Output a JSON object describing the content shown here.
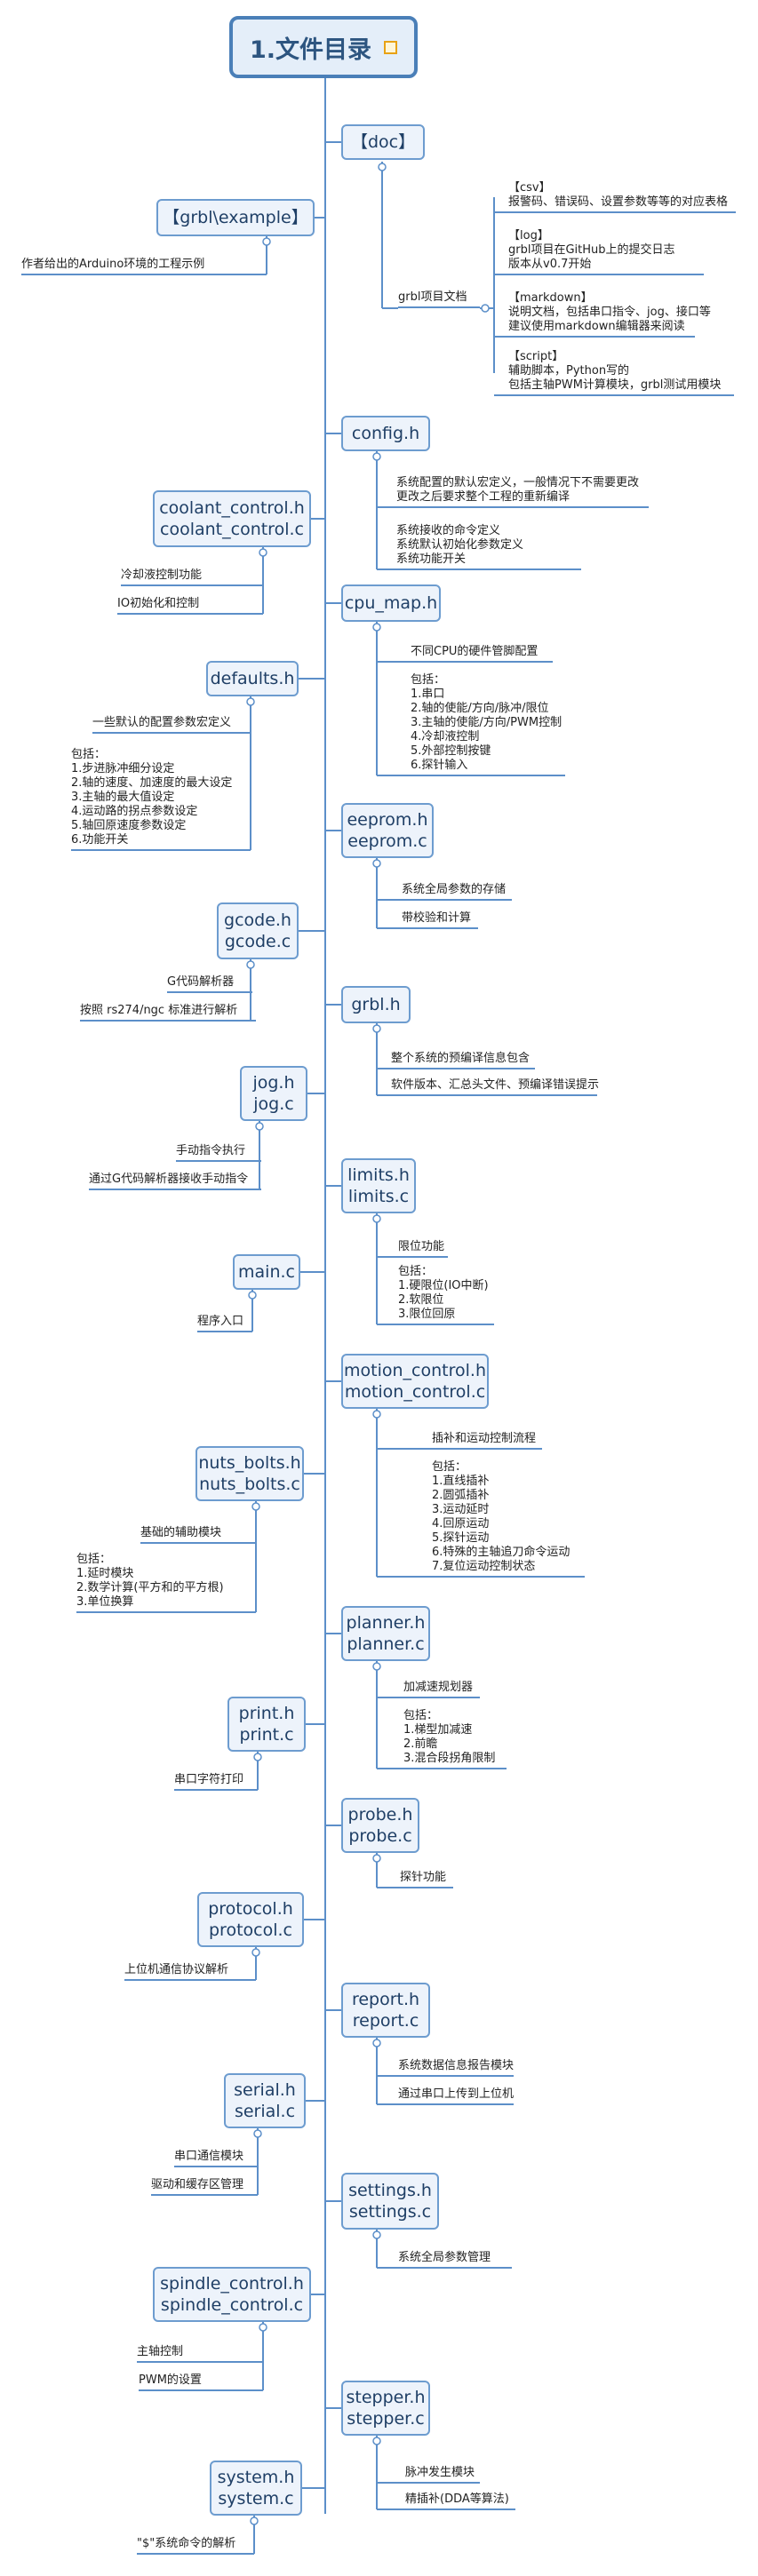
{
  "root": {
    "title": "1.文件目录"
  },
  "left": [
    {
      "id": "example",
      "lines": [
        "【grbl\\example】"
      ],
      "children": [
        [
          "作者给出的Arduino环境的工程示例"
        ]
      ]
    },
    {
      "id": "coolant",
      "lines": [
        "coolant_control.h",
        "coolant_control.c"
      ],
      "children": [
        [
          "冷却液控制功能"
        ],
        [
          "IO初始化和控制"
        ]
      ]
    },
    {
      "id": "defaults",
      "lines": [
        "defaults.h"
      ],
      "children": [
        [
          "一些默认的配置参数宏定义"
        ],
        [
          "包括：",
          "1.步进脉冲细分设定",
          "2.轴的速度、加速度的最大设定",
          "3.主轴的最大值设定",
          "4.运动路的拐点参数设定",
          "5.轴回原速度参数设定",
          "6.功能开关"
        ]
      ]
    },
    {
      "id": "gcode",
      "lines": [
        "gcode.h",
        "gcode.c"
      ],
      "children": [
        [
          "G代码解析器"
        ],
        [
          "按照 rs274/ngc 标准进行解析"
        ]
      ]
    },
    {
      "id": "jog",
      "lines": [
        "jog.h",
        "jog.c"
      ],
      "children": [
        [
          "手动指令执行"
        ],
        [
          "通过G代码解析器接收手动指令"
        ]
      ]
    },
    {
      "id": "main",
      "lines": [
        "main.c"
      ],
      "children": [
        [
          "程序入口"
        ]
      ]
    },
    {
      "id": "nuts",
      "lines": [
        "nuts_bolts.h",
        "nuts_bolts.c"
      ],
      "children": [
        [
          "基础的辅助模块"
        ],
        [
          "包括：",
          "1.延时模块",
          "2.数学计算(平方和的平方根)",
          "3.单位换算"
        ]
      ]
    },
    {
      "id": "print",
      "lines": [
        "print.h",
        "print.c"
      ],
      "children": [
        [
          "串口字符打印"
        ]
      ]
    },
    {
      "id": "protocol",
      "lines": [
        "protocol.h",
        "protocol.c"
      ],
      "children": [
        [
          "上位机通信协议解析"
        ]
      ]
    },
    {
      "id": "serial",
      "lines": [
        "serial.h",
        "serial.c"
      ],
      "children": [
        [
          "串口通信模块"
        ],
        [
          "驱动和缓存区管理"
        ]
      ]
    },
    {
      "id": "spindle",
      "lines": [
        "spindle_control.h",
        "spindle_control.c"
      ],
      "children": [
        [
          "主轴控制"
        ],
        [
          "PWM的设置"
        ]
      ]
    },
    {
      "id": "system",
      "lines": [
        "system.h",
        "system.c"
      ],
      "children": [
        [
          "\"$\"系统命令的解析"
        ]
      ]
    }
  ],
  "right": [
    {
      "id": "doc",
      "lines": [
        "【doc】"
      ],
      "children": []
    },
    {
      "id": "grbl_doc",
      "lines": [
        "grbl项目文档"
      ],
      "children": [
        [
          "【csv】",
          "报警码、错误码、设置参数等等的对应表格"
        ],
        [
          "【log】",
          "grbl项目在GitHub上的提交日志",
          "版本从v0.7开始"
        ],
        [
          "【markdown】",
          "说明文档，包括串口指令、jog、接口等",
          "建议使用markdown编辑器来阅读"
        ],
        [
          "【script】",
          "辅助脚本，Python写的",
          "包括主轴PWM计算模块，grbl测试用模块"
        ]
      ]
    },
    {
      "id": "config",
      "lines": [
        "config.h"
      ],
      "children": [
        [
          "系统配置的默认宏定义，一般情况下不需要更改",
          "更改之后要求整个工程的重新编译"
        ],
        [
          "系统接收的命令定义",
          "系统默认初始化参数定义",
          "系统功能开关"
        ]
      ]
    },
    {
      "id": "cpumap",
      "lines": [
        "cpu_map.h"
      ],
      "children": [
        [
          "不同CPU的硬件管脚配置"
        ],
        [
          "包括：",
          "1.串口",
          "2.轴的使能/方向/脉冲/限位",
          "3.主轴的使能/方向/PWM控制",
          "4.冷却液控制",
          "5.外部控制按键",
          "6.探针输入"
        ]
      ]
    },
    {
      "id": "eeprom",
      "lines": [
        "eeprom.h",
        "eeprom.c"
      ],
      "children": [
        [
          "系统全局参数的存储"
        ],
        [
          "带校验和计算"
        ]
      ]
    },
    {
      "id": "grblh",
      "lines": [
        "grbl.h"
      ],
      "children": [
        [
          "整个系统的预编译信息包含"
        ],
        [
          "软件版本、汇总头文件、预编译错误提示"
        ]
      ]
    },
    {
      "id": "limits",
      "lines": [
        "limits.h",
        "limits.c"
      ],
      "children": [
        [
          "限位功能"
        ],
        [
          "包括：",
          "1.硬限位(IO中断)",
          "2.软限位",
          "3.限位回原"
        ]
      ]
    },
    {
      "id": "motion",
      "lines": [
        "motion_control.h",
        "motion_control.c"
      ],
      "children": [
        [
          "插补和运动控制流程"
        ],
        [
          "包括：",
          "1.直线插补",
          "2.圆弧插补",
          "3.运动延时",
          "4.回原运动",
          "5.探针运动",
          "6.特殊的主轴追刀命令运动",
          "7.复位运动控制状态"
        ]
      ]
    },
    {
      "id": "planner",
      "lines": [
        "planner.h",
        "planner.c"
      ],
      "children": [
        [
          "加减速规划器"
        ],
        [
          "包括：",
          "1.梯型加减速",
          "2.前瞻",
          "3.混合段拐角限制"
        ]
      ]
    },
    {
      "id": "probe",
      "lines": [
        "probe.h",
        "probe.c"
      ],
      "children": [
        [
          "探针功能"
        ]
      ]
    },
    {
      "id": "report",
      "lines": [
        "report.h",
        "report.c"
      ],
      "children": [
        [
          "系统数据信息报告模块"
        ],
        [
          "通过串口上传到上位机"
        ]
      ]
    },
    {
      "id": "settings",
      "lines": [
        "settings.h",
        "settings.c"
      ],
      "children": [
        [
          "系统全局参数管理"
        ]
      ]
    },
    {
      "id": "stepper",
      "lines": [
        "stepper.h",
        "stepper.c"
      ],
      "children": [
        [
          "脉冲发生模块"
        ],
        [
          "精插补(DDA等算法)"
        ]
      ]
    }
  ],
  "colors": {
    "line": "#5c8fc9",
    "node_border": "#6d9ccf",
    "node_fill": "#edf3fb",
    "root_border": "#4a7fb8",
    "root_fill": "#e4eef9"
  }
}
